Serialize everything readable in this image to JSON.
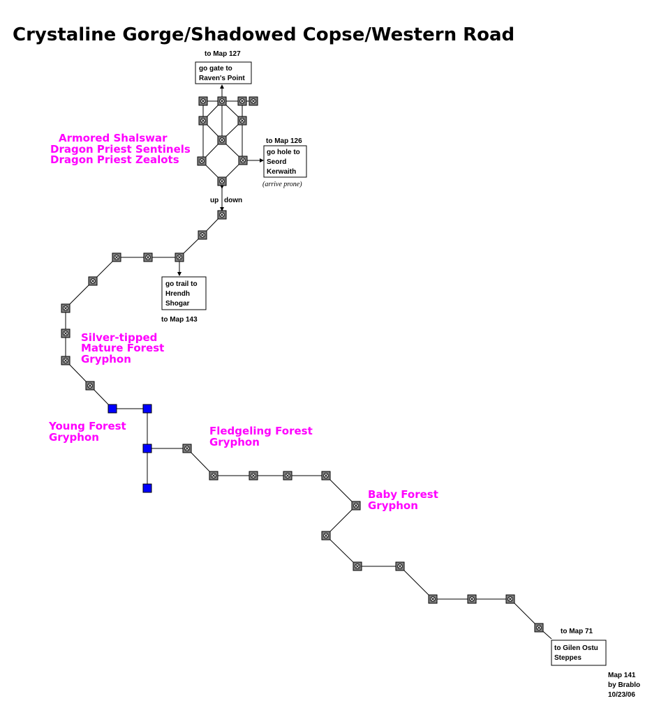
{
  "title": "Crystaline Gorge/Shadowed Copse/Western Road",
  "exits": {
    "north": {
      "to": "to Map 127",
      "text": [
        "go gate to",
        "Raven's Point"
      ]
    },
    "east": {
      "to": "to Map 126",
      "text": [
        "go hole to",
        "Seord",
        "Kerwaith"
      ],
      "note": "(arrive prone)"
    },
    "trail": {
      "to": "to Map 143",
      "text": [
        "go trail to",
        "Hrendh",
        "Shogar"
      ]
    },
    "south": {
      "to": "to Map 71",
      "text": [
        "to Gilen Ostu",
        "Steppes"
      ]
    }
  },
  "updown": {
    "up": "up",
    "down": "down"
  },
  "creatures": {
    "c1": [
      "Armored Shalswar",
      "Dragon Priest Sentinels",
      "Dragon Priest Zealots"
    ],
    "c2": [
      "Silver-tipped",
      "Mature Forest",
      "Gryphon"
    ],
    "c3": [
      "Young Forest",
      "Gryphon"
    ],
    "c4": [
      "Fledgeling Forest",
      "Gryphon"
    ],
    "c5": [
      "Baby Forest",
      "Gryphon"
    ]
  },
  "credit": [
    "Map 141",
    "by Brablo",
    "10/23/06"
  ],
  "colors": {
    "room": "#808080",
    "special_room": "#0000ff",
    "creature_text": "#ff00ff"
  }
}
